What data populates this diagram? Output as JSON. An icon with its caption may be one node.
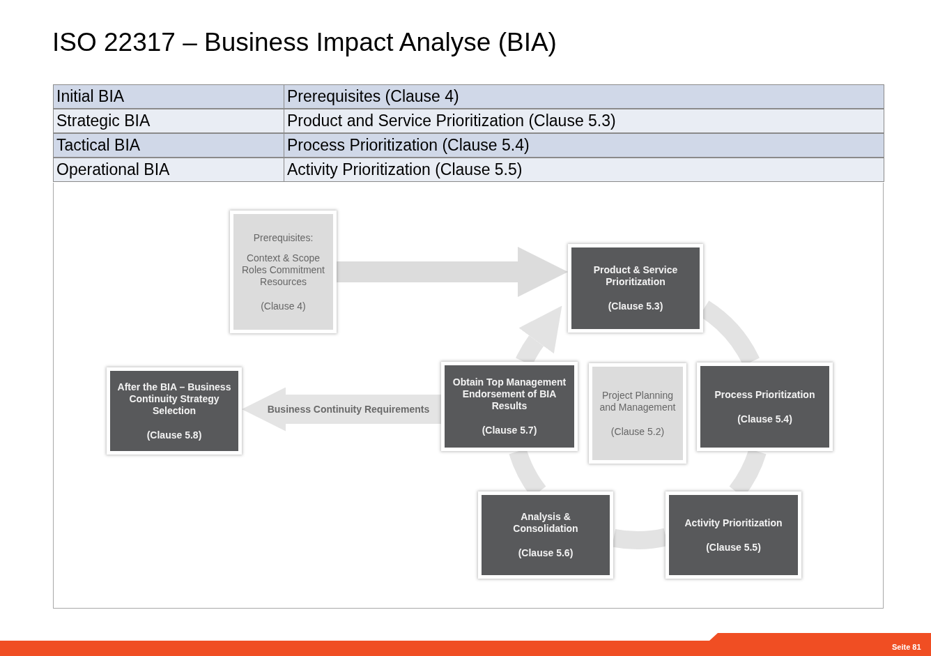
{
  "diagram": {
    "title": "ISO 22317 – Business Impact Analyse (BIA)",
    "nodes": [
      {
        "text": [
          "Prerequisites:",
          "Context & Scope Roles Commitment Resources",
          "(Clause 4)"
        ]
      },
      {
        "text": [
          "Product & Service Prioritization",
          "(Clause 5.3)"
        ]
      },
      {
        "text": [
          "After the BIA – Business Continuity Strategy Selection",
          "(Clause 5.8)"
        ]
      },
      {
        "text": [
          "Obtain Top Management Endorsement of BIA Results",
          "(Clause 5.7)"
        ]
      },
      {
        "text": [
          "Project Planning and Management",
          "(Clause 5.2)"
        ]
      },
      {
        "text": [
          "Process Prioritization",
          "(Clause 5.4)"
        ]
      },
      {
        "text": [
          "Analysis & Consolidation",
          "(Clause 5.6)"
        ]
      },
      {
        "text": [
          "Activity Prioritization",
          "(Clause 5.5)"
        ]
      }
    ],
    "edges": [
      {
        "from": 0,
        "to": 1,
        "arrow": "to"
      },
      {
        "from": 3,
        "to": 2,
        "arrow": "to",
        "label": "Business Continuity Requirements"
      },
      {
        "from": 1,
        "to": 5,
        "arrow": "none"
      },
      {
        "from": 5,
        "to": 7,
        "arrow": "none"
      },
      {
        "from": 7,
        "to": 6,
        "arrow": "none"
      },
      {
        "from": 6,
        "to": 3,
        "arrow": "none"
      },
      {
        "from": 3,
        "to": 1,
        "arrow": "to"
      }
    ],
    "labels": [
      "Initial BIA",
      "Prerequisites (Clause 4)",
      "Strategic BIA",
      "Product and Service Prioritization (Clause 5.3)",
      "Tactical BIA",
      "Process Prioritization (Clause 5.4)",
      "Operational BIA",
      "Activity Prioritization (Clause 5.5)",
      "Seite 81"
    ]
  }
}
